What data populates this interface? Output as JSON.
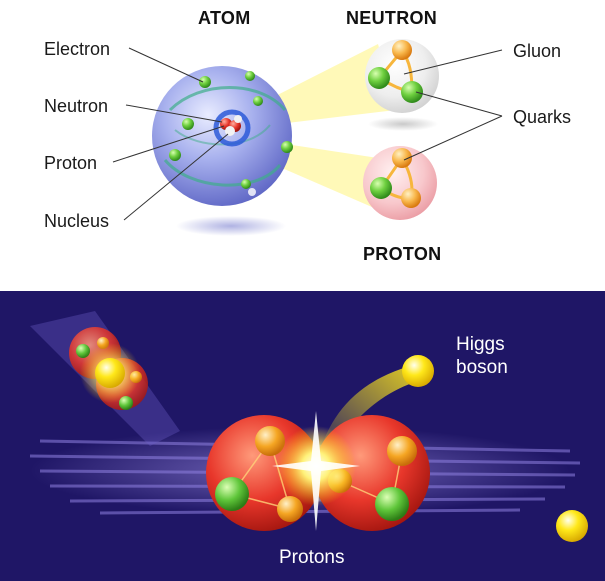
{
  "titles": {
    "atom": "ATOM",
    "neutron": "NEUTRON",
    "proton": "PROTON"
  },
  "atom_labels": {
    "electron": "Electron",
    "neutron": "Neutron",
    "proton": "Proton",
    "nucleus": "Nucleus"
  },
  "particle_labels": {
    "gluon": "Gluon",
    "quarks": "Quarks"
  },
  "collision": {
    "higgs_line1": "Higgs",
    "higgs_line2": "boson",
    "protons": "Protons"
  },
  "colors": {
    "night_background": "#1f1666",
    "quark_green": "#5fc63a",
    "quark_orange": "#f5a623",
    "proton_red": "#e8372b",
    "higgs_yellow": "#ffe81a",
    "atom_blue": "#7a86d8"
  }
}
